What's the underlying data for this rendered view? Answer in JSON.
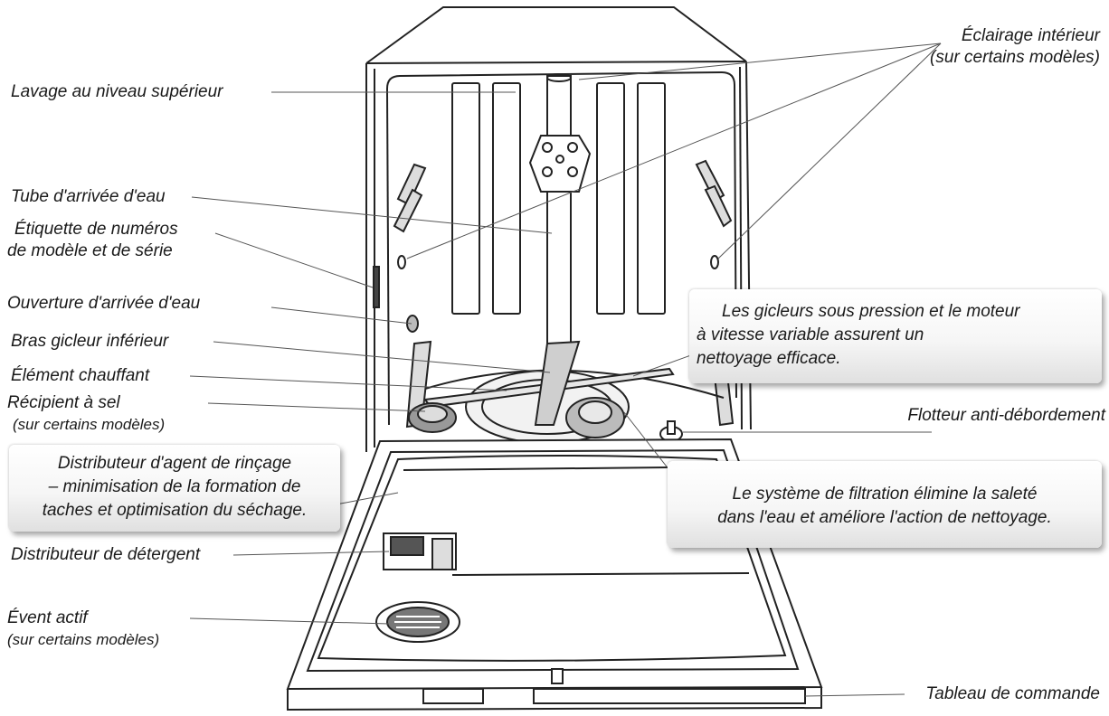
{
  "labels": {
    "upper_wash": "Lavage au niveau supérieur",
    "water_tube": "Tube d'arrivée d'eau",
    "model_label_1": "Étiquette de numéros",
    "model_label_2": "de modèle et de série",
    "water_inlet": "Ouverture d'arrivée d'eau",
    "lower_arm": "Bras gicleur inférieur",
    "heating_element": "Élément chauffant",
    "salt_1": "Récipient à sel",
    "salt_2": "(sur certains modèles)",
    "detergent": "Distributeur de détergent",
    "vent_1": "Évent actif",
    "vent_2": "(sur certains modèles)",
    "lighting_1": "Éclairage intérieur",
    "lighting_2": "(sur certains modèles)",
    "float": "Flotteur anti-débordement",
    "control_panel": "Tableau de commande"
  },
  "callouts": {
    "rinse": [
      "Distributeur d'agent de rinçage",
      "– minimisation de la formation de",
      "taches et optimisation du séchage."
    ],
    "jets": [
      "Les gicleurs sous pression et le moteur",
      "à vitesse variable assurent un",
      "nettoyage efficace."
    ],
    "filter": [
      "Le système de filtration élimine la saleté",
      "dans l'eau et améliore l'action de nettoyage."
    ]
  }
}
